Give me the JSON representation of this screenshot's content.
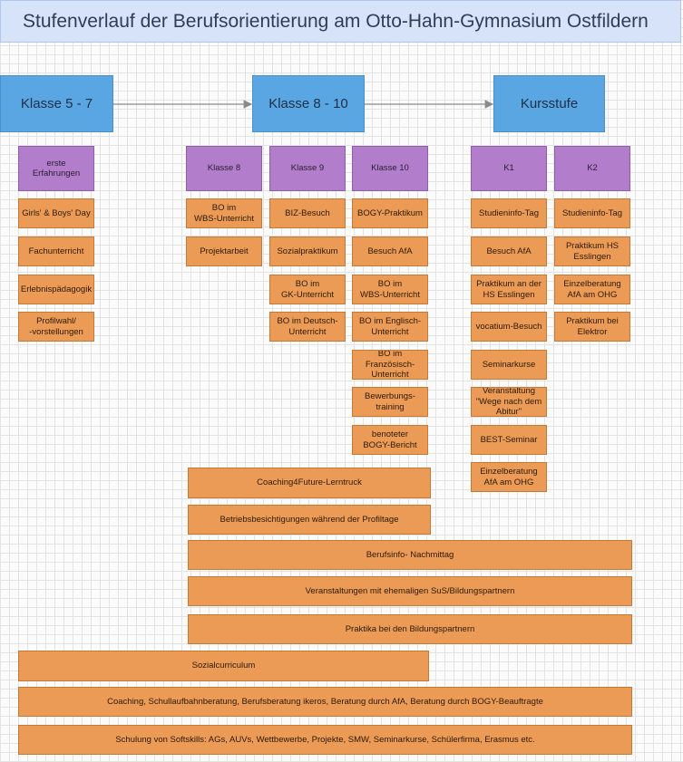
{
  "title": "Stufenverlauf der Berufsorientierung am Otto-Hahn-Gymnasium Ostfildern",
  "stages": {
    "s1": "Klasse 5 - 7",
    "s2": "Klasse 8 - 10",
    "s3": "Kursstufe"
  },
  "grades": {
    "erste": "erste\nErfahrungen",
    "k8": "Klasse 8",
    "k9": "Klasse 9",
    "k10": "Klasse 10",
    "k1": "K1",
    "k2": "K2"
  },
  "col57": [
    "Girls' & Boys' Day",
    "Fachunterricht",
    "Erlebnispädagogik",
    "Profilwahl/\n-vorstellungen"
  ],
  "col8": [
    "BO im\nWBS-Unterricht",
    "Projektarbeit"
  ],
  "col9": [
    "BIZ-Besuch",
    "Sozialpraktikum",
    "BO im\nGK-Unterricht",
    "BO im Deutsch-\nUnterricht"
  ],
  "col10": [
    "BOGY-Praktikum",
    "Besuch AfA",
    "BO im\nWBS-Unterricht",
    "BO im Englisch-\nUnterricht",
    "BO im\nFranzösisch-\nUnterricht",
    "Bewerbungs-\ntraining",
    "benoteter\nBOGY-Bericht"
  ],
  "colK1": [
    "Studieninfo-Tag",
    "Besuch AfA",
    "Praktikum an der\nHS Esslingen",
    "vocatium-Besuch",
    "Seminarkurse",
    "Veranstaltung\n\"Wege nach dem\nAbitur\"",
    "BEST-Seminar",
    "Einzelberatung\nAfA am OHG"
  ],
  "colK2": [
    "Studieninfo-Tag",
    "Praktikum HS\nEsslingen",
    "Einzelberatung\nAfA am OHG",
    "Praktikum bei\nElektror"
  ],
  "bars": [
    "Coaching4Future-Lerntruck",
    "Betriebsbesichtigungen während der Profiltage",
    "Berufsinfo- Nachmittag",
    "Veranstaltungen mit ehemaligen SuS/Bildungspartnern",
    "Praktika bei den Bildungspartnern",
    "Sozialcurriculum",
    "Coaching, Schullaufbahnberatung, Berufsberatung ikeros, Beratung durch AfA, Beratung durch BOGY-Beauftragte",
    "Schulung von Softskills: AGs, AUVs, Wettbewerbe, Projekte, SMW, Seminarkurse, Schülerfirma, Erasmus etc."
  ],
  "colors": {
    "header": "#d6e3f8",
    "stage": "#5aa6e2",
    "grade": "#b27ecb",
    "item": "#eb9b55"
  }
}
